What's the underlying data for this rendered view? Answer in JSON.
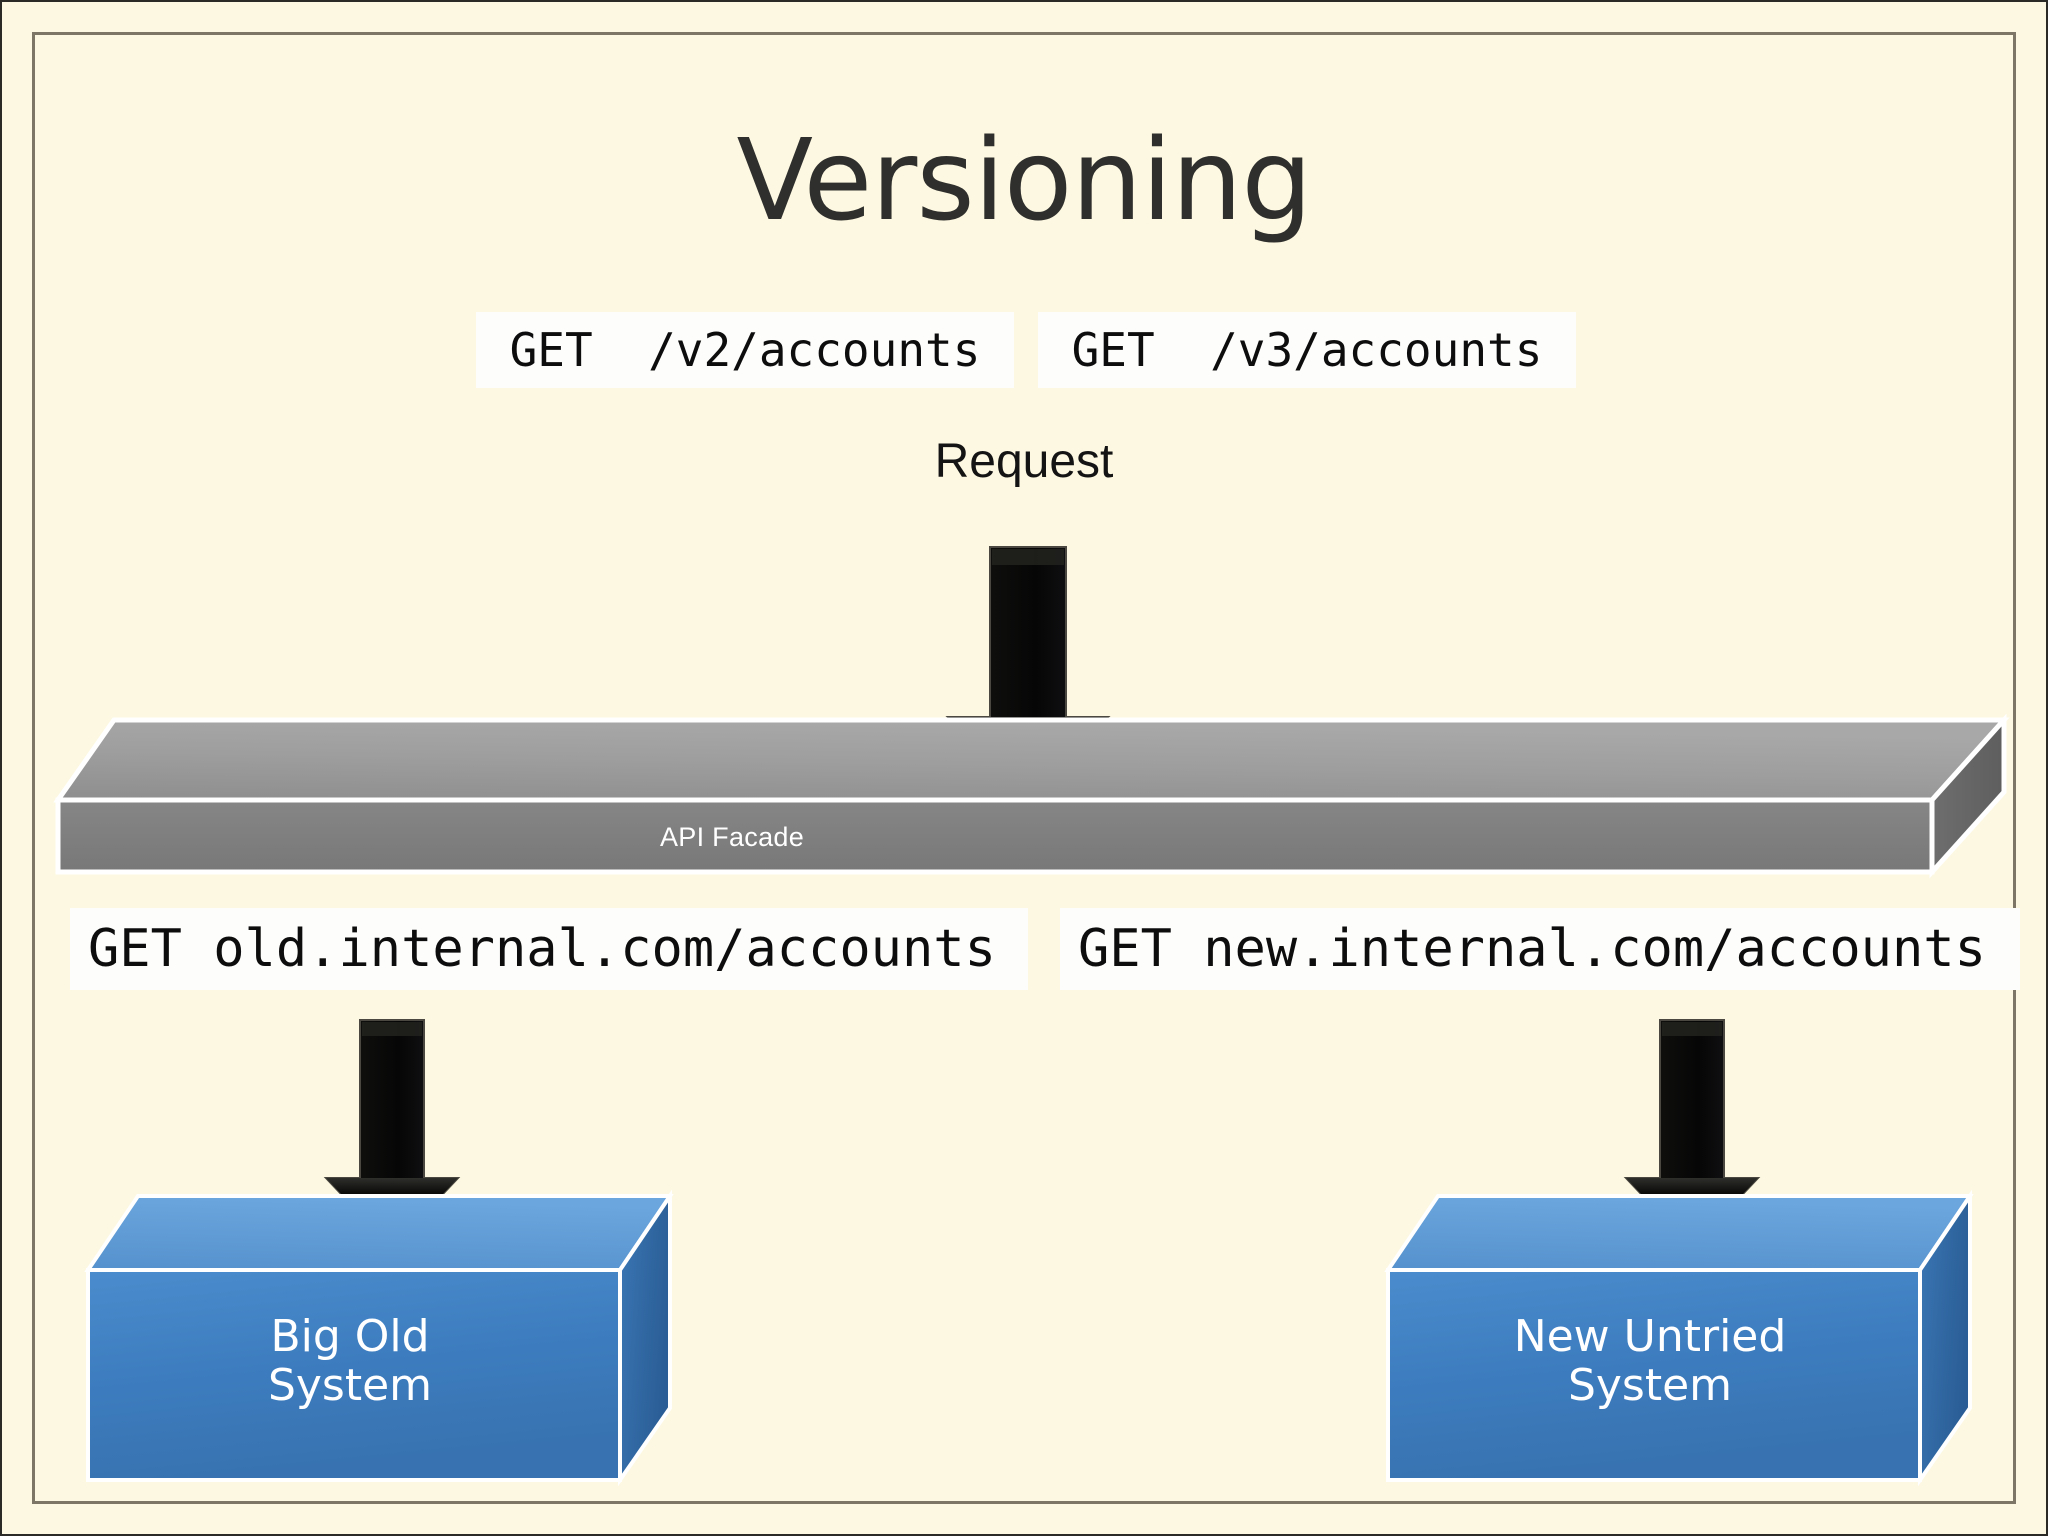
{
  "slide": {
    "title": "Versioning",
    "background_color": "#fdf8e1",
    "frame_color": "#7d7566"
  },
  "requests": {
    "incoming": [
      {
        "id": "v2",
        "method": "GET",
        "path": "/v2/accounts",
        "text": "GET  /v2/accounts"
      },
      {
        "id": "v3",
        "method": "GET",
        "path": "/v3/accounts",
        "text": "GET  /v3/accounts"
      }
    ],
    "label": "Request"
  },
  "facade": {
    "label": "API Facade",
    "top_face_color": "#9d9d9d",
    "front_face_color": "#7e7e7e",
    "side_face_color": "#636363",
    "text_color": "#ffffff"
  },
  "outgoing": [
    {
      "id": "old",
      "method": "GET",
      "host": "old.internal.com",
      "path": "/accounts",
      "text": "GET old.internal.com/accounts"
    },
    {
      "id": "new",
      "method": "GET",
      "host": "new.internal.com",
      "path": "/accounts",
      "text": "GET new.internal.com/accounts"
    }
  ],
  "systems": [
    {
      "id": "old-system",
      "line1": "Big Old",
      "line2": "System",
      "top_face_color": "#5b9bd5",
      "front_face_color": "#3d7ebd",
      "side_face_color": "#2f6399",
      "text_color": "#ffffff"
    },
    {
      "id": "new-system",
      "line1": "New Untried",
      "line2": "System",
      "top_face_color": "#5b9bd5",
      "front_face_color": "#3d7ebd",
      "side_face_color": "#2f6399",
      "text_color": "#ffffff"
    }
  ],
  "arrows": [
    {
      "id": "request-arrow",
      "direction": "down",
      "color": "#0c0c0c"
    },
    {
      "id": "old-system-arrow",
      "direction": "down",
      "color": "#0c0c0c"
    },
    {
      "id": "new-system-arrow",
      "direction": "down",
      "color": "#0c0c0c"
    }
  ]
}
